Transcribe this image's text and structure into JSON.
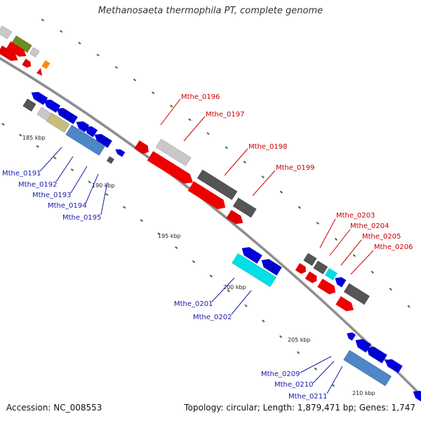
{
  "title": "Methanosaeta thermophila PT, complete genome",
  "footer": {
    "accession": "Accession: NC_008553",
    "summary": "Topology: circular; Length: 1,879,471 bp; Genes: 1,747"
  },
  "colors": {
    "backbone": "#8a8a8a",
    "forward_label": "#cc0000",
    "reverse_label": "#1a1aaa",
    "tick": "#2e7d1e",
    "leader": "#cc0000",
    "leader_rev": "#1a1aaa"
  },
  "scale_labels": [
    "185 kbp",
    "190 kbp",
    "195 kbp",
    "200 kbp",
    "205 kbp",
    "210 kbp"
  ],
  "forward_genes": [
    "Mthe_0196",
    "Mthe_0197",
    "Mthe_0198",
    "Mthe_0199",
    "Mthe_0203",
    "Mthe_0204",
    "Mthe_0205",
    "Mthe_0206"
  ],
  "reverse_genes": [
    "Mthe_0191",
    "Mthe_0192",
    "Mthe_0193",
    "Mthe_0194",
    "Mthe_0195",
    "Mthe_0201",
    "Mthe_0202",
    "Mthe_0209",
    "Mthe_0210",
    "Mthe_0211"
  ]
}
